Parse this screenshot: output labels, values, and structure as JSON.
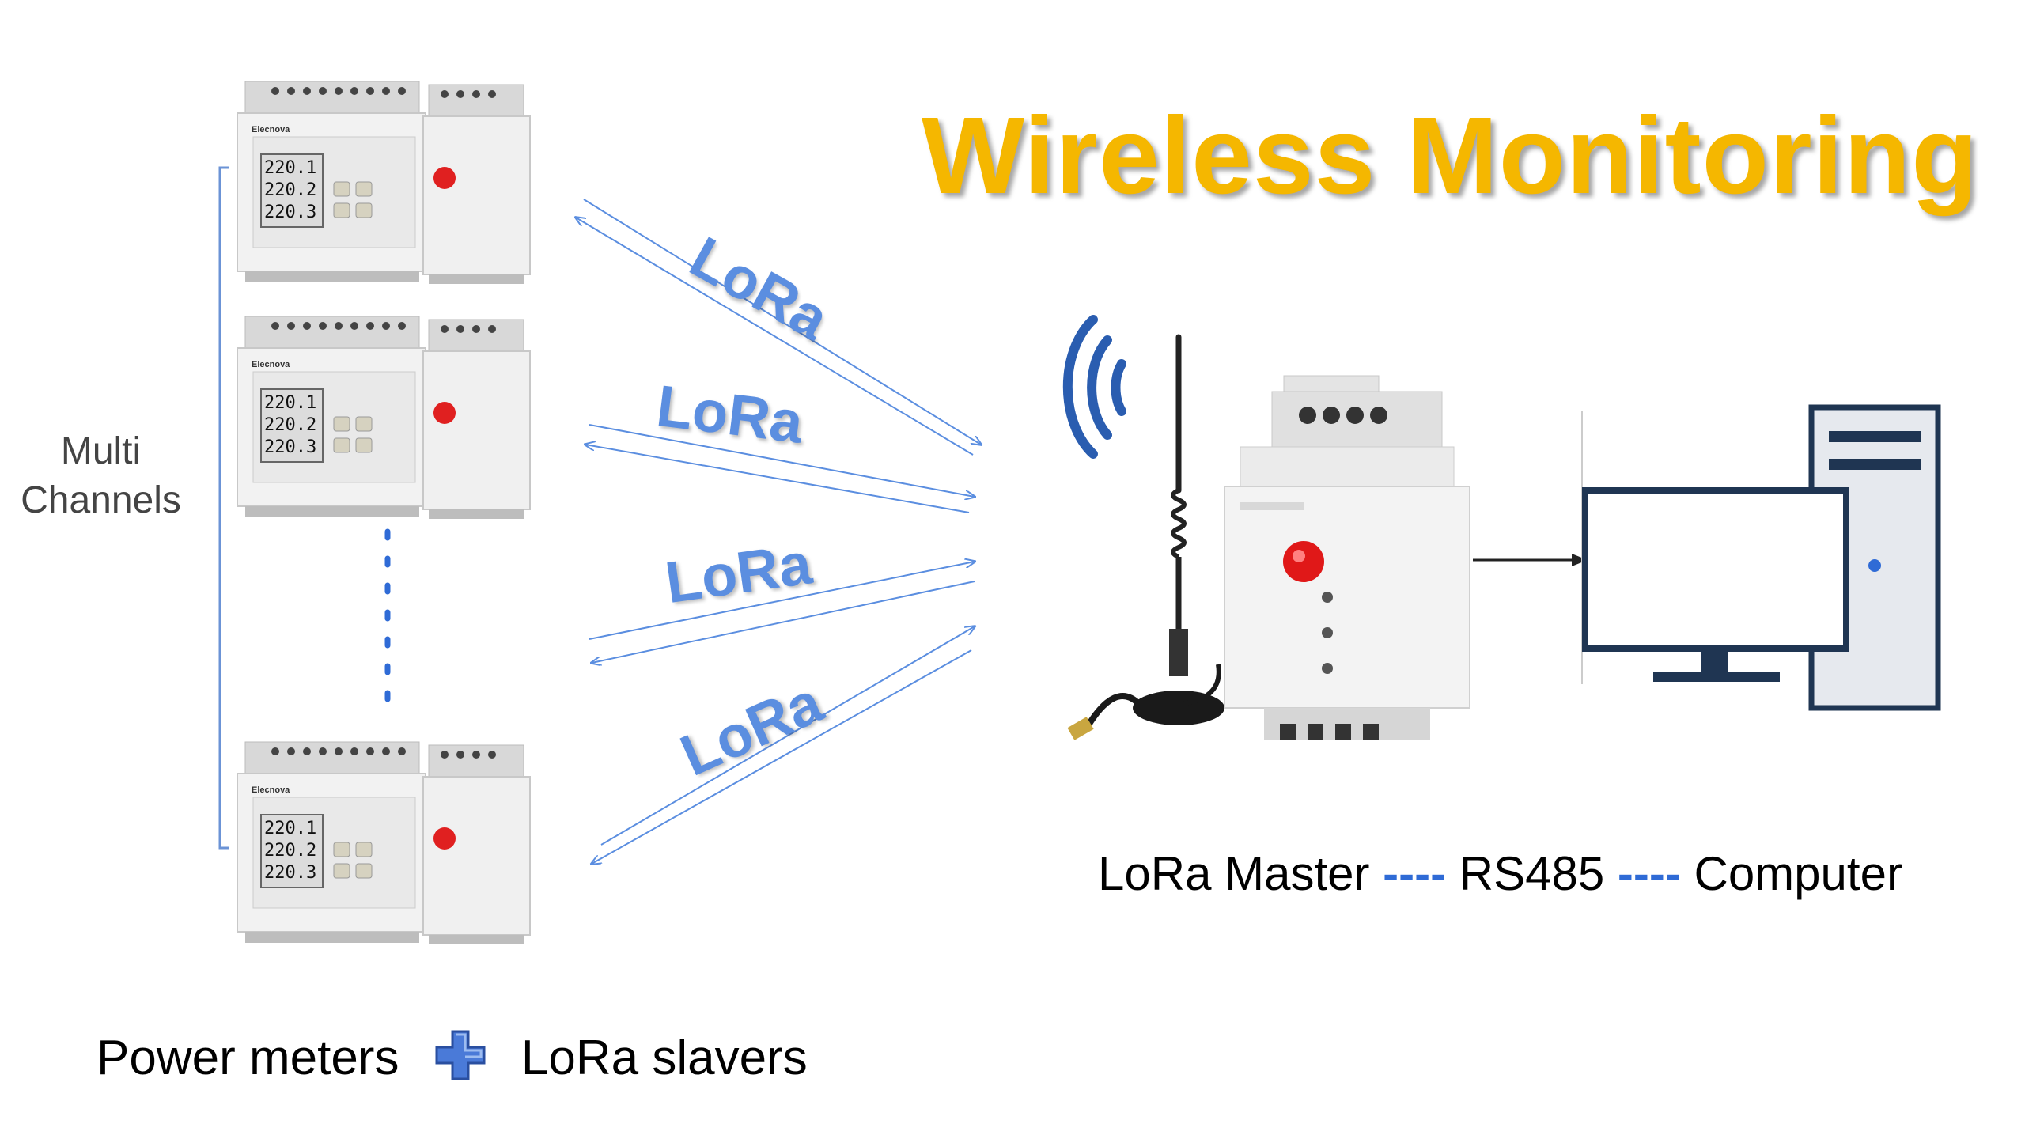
{
  "title": "Wireless Monitoring",
  "side_label": {
    "line1": "Multi",
    "line2": "Channels"
  },
  "lora_labels": [
    "LoRa",
    "LoRa",
    "LoRa",
    "LoRa"
  ],
  "meter": {
    "brand": "Elecnova",
    "readings": [
      "220.1",
      "220.2",
      "220.3"
    ]
  },
  "chain": {
    "master": "LoRa Master",
    "dash1": "----",
    "rs485": "RS485",
    "dash2": "----",
    "computer": "Computer"
  },
  "bottom": {
    "left": "Power meters",
    "right": "LoRa slavers"
  },
  "colors": {
    "title": "#f5b700",
    "lora": "#5b8ee0",
    "arrow": "#5b8ee0",
    "bracket": "#6b93d6",
    "signal": "#2a5db0",
    "computer": "#1f3552",
    "dash": "#2f6bd6"
  }
}
